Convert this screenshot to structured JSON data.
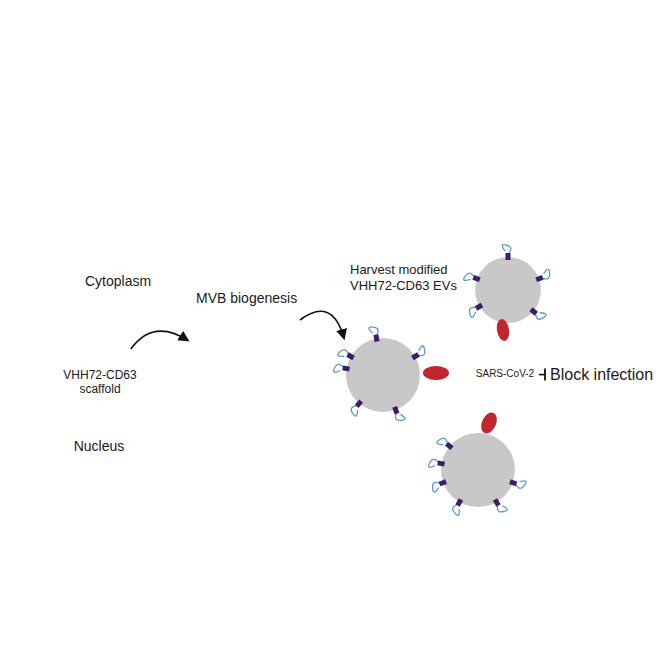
{
  "diagram": {
    "nodes": [
      {
        "text": [
          "Cytoplasm"
        ]
      },
      {
        "text": [
          "Nucleus"
        ],
        "in": 0
      },
      {
        "text": [
          "VHH72-CD63 scaffold"
        ],
        "in": 1
      },
      {
        "text": [
          "MVB biogenesis"
        ],
        "in": 0
      },
      {
        "text": [
          "SARS-CoV-2"
        ]
      }
    ],
    "edges": [
      {
        "from": 2,
        "to": 3,
        "arrow": "to"
      }
    ],
    "labels": [
      "Harvest modified VHH72-CD63 EVs",
      "Block infection"
    ]
  }
}
